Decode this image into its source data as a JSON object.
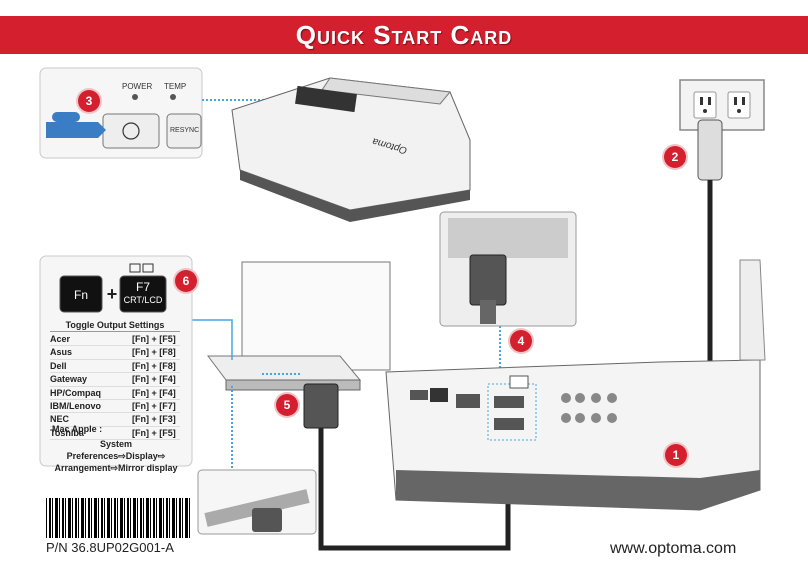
{
  "banner": {
    "title": "Quick Start Card",
    "color": "#d4202e"
  },
  "steps": [
    "1",
    "2",
    "3",
    "4",
    "5",
    "6"
  ],
  "control_panel": {
    "power_label": "POWER",
    "temp_label": "TEMP",
    "resync_label": "RESYNC"
  },
  "keys": {
    "fn_label": "Fn",
    "plus": "+",
    "f7_label": "F7",
    "f7_sub": "CRT/LCD"
  },
  "toggle_table": {
    "heading": "Toggle Output Settings",
    "rows": [
      {
        "brand": "Acer",
        "combo": "[Fn] + [F5]"
      },
      {
        "brand": "Asus",
        "combo": "[Fn] + [F8]"
      },
      {
        "brand": "Dell",
        "combo": "[Fn] + [F8]"
      },
      {
        "brand": "Gateway",
        "combo": "[Fn] + [F4]"
      },
      {
        "brand": "HP/Compaq",
        "combo": "[Fn] + [F4]"
      },
      {
        "brand": "IBM/Lenovo",
        "combo": "[Fn] + [F7]"
      },
      {
        "brand": "NEC",
        "combo": "[Fn] + [F3]"
      },
      {
        "brand": "Toshiba",
        "combo": "[Fn] + [F5]"
      }
    ],
    "mac_label": "Mac Apple :",
    "mac_line1": "System Preferences⇨Display⇨",
    "mac_line2": "Arrangement⇨Mirror display"
  },
  "footer": {
    "part_number": "P/N 36.8UP02G001-A",
    "website": "www.optoma.com"
  },
  "projector": {
    "brand": "Optoma"
  }
}
